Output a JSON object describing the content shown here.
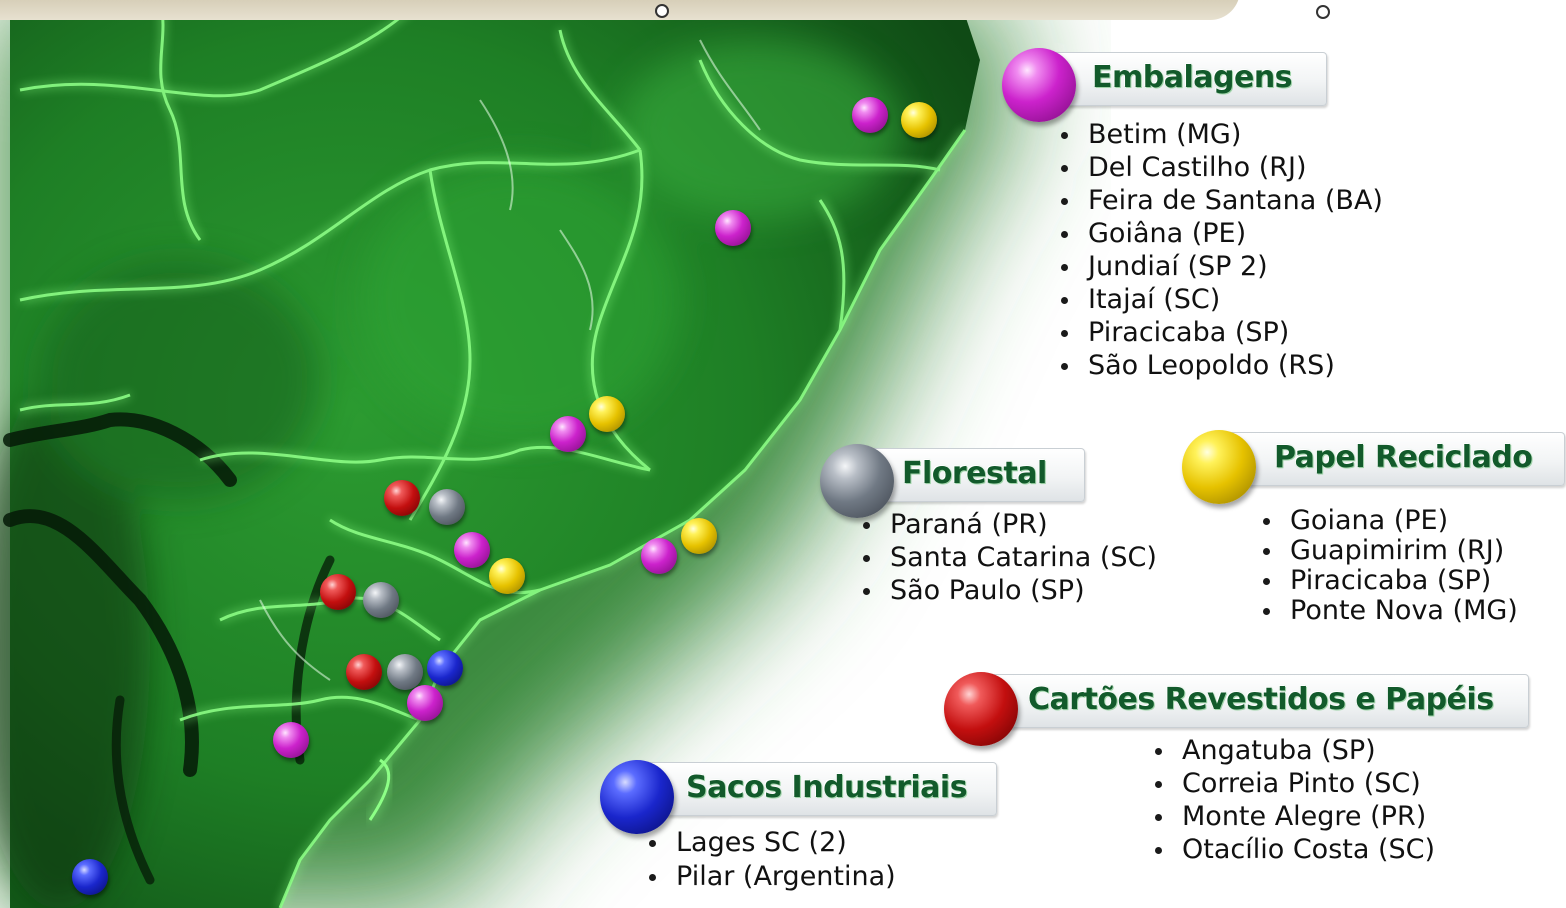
{
  "map": {
    "colors": {
      "sea_light": "#ffffff",
      "land_dark": "#0b3d12",
      "land_mid": "#1f8a2a",
      "border_glow": "#7dff7a"
    },
    "markers": [
      {
        "category": "embalagens",
        "color": "magenta"
      },
      {
        "category": "papel_reciclado",
        "color": "yellow"
      },
      {
        "category": "embalagens",
        "color": "magenta"
      },
      {
        "category": "embalagens",
        "color": "magenta"
      },
      {
        "category": "papel_reciclado",
        "color": "yellow"
      },
      {
        "category": "cartoes",
        "color": "red"
      },
      {
        "category": "florestal",
        "color": "gray"
      },
      {
        "category": "embalagens",
        "color": "magenta"
      },
      {
        "category": "papel_reciclado",
        "color": "yellow"
      },
      {
        "category": "embalagens",
        "color": "magenta"
      },
      {
        "category": "papel_reciclado",
        "color": "yellow"
      },
      {
        "category": "cartoes",
        "color": "red"
      },
      {
        "category": "florestal",
        "color": "gray"
      },
      {
        "category": "cartoes",
        "color": "red"
      },
      {
        "category": "florestal",
        "color": "gray"
      },
      {
        "category": "sacos",
        "color": "blue"
      },
      {
        "category": "embalagens",
        "color": "magenta"
      },
      {
        "category": "embalagens",
        "color": "magenta"
      },
      {
        "category": "sacos",
        "color": "blue"
      }
    ]
  },
  "legend": {
    "embalagens": {
      "title": "Embalagens",
      "color": "#cc22cc",
      "items": [
        "Betim (MG)",
        "Del Castilho (RJ)",
        "Feira de Santana (BA)",
        "Goiâna (PE)",
        "Jundiaí (SP 2)",
        "Itajaí (SC)",
        "Piracicaba (SP)",
        "São Leopoldo (RS)"
      ]
    },
    "florestal": {
      "title": "Florestal",
      "color": "#707984",
      "items": [
        "Paraná (PR)",
        "Santa Catarina (SC)",
        "São Paulo (SP)"
      ]
    },
    "papel_reciclado": {
      "title": "Papel Reciclado",
      "color": "#e6c200",
      "items": [
        "Goiana (PE)",
        "Guapimirim (RJ)",
        "Piracicaba (SP)",
        "Ponte Nova (MG)"
      ]
    },
    "cartoes": {
      "title": "Cartões Revestidos e Papéis",
      "color": "#c30f0f",
      "items": [
        "Angatuba (SP)",
        "Correia Pinto (SC)",
        "Monte Alegre (PR)",
        "Otacílio Costa (SC)"
      ]
    },
    "sacos": {
      "title": "Sacos Industriais",
      "color": "#1a26cc",
      "items": [
        "Lages SC (2)",
        "Pilar (Argentina)"
      ]
    }
  }
}
